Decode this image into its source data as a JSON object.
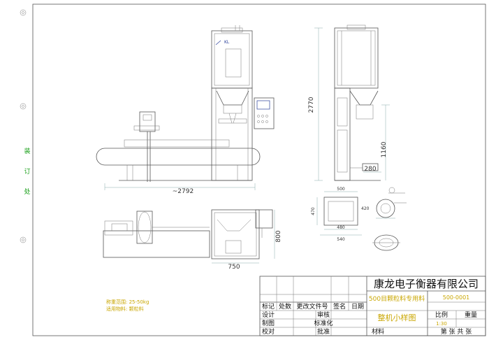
{
  "binding_side": {
    "labels": [
      "装",
      "订",
      "处"
    ],
    "color": "#1aa01a"
  },
  "dimensions": {
    "front_length": "~2792",
    "side_height": "2770",
    "side_mid_height": "1160",
    "side_depth": "280",
    "plan_depth": "800",
    "plan_width": "750",
    "hopper_w": "500",
    "hopper_side": "420",
    "hopper_inner": "480",
    "hopper_outer": "540",
    "hopper_left_h": "470"
  },
  "notes": {
    "capacity": "称重范围: 25-50kg",
    "material": "适用物料: 颗粒料",
    "color": "#c9a600"
  },
  "title_block": {
    "company": "康龙电子衡器有限公司",
    "product_spec": "500目颗粒料专用料",
    "drawing_name": "整机小样图",
    "drawing_no": "500-0001",
    "scale_label": "比例",
    "weight_label": "重量",
    "scale_value": "1:30",
    "material_label": "材料",
    "sheet_label": "第   张   共   张",
    "yellow": "#c9a600",
    "header_row": [
      "标记",
      "处数",
      "更改文件号",
      "签名",
      "日期"
    ],
    "rows": [
      {
        "left": "设计",
        "mid": "审核"
      },
      {
        "left": "制图",
        "mid": "标准化"
      },
      {
        "left": "校对",
        "mid": "批准"
      }
    ]
  },
  "panel_logo": "KL"
}
